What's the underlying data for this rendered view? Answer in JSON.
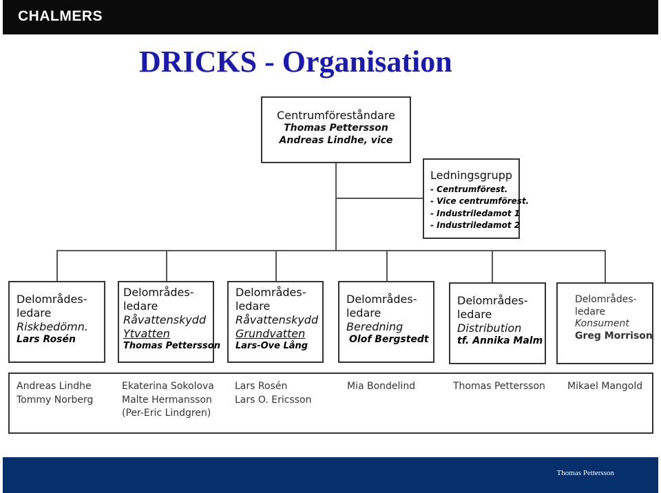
{
  "header": {
    "brand": "CHALMERS",
    "title": "DRICKS - Organisation"
  },
  "chart": {
    "director": {
      "title": "Centrumföreståndare",
      "line1": "Thomas Pettersson",
      "line2": "Andreas Lindhe, vice"
    },
    "board": {
      "title": "Ledningsgrupp",
      "items": [
        "- Centrumförest.",
        "- Vice centrumförest.",
        "- Industriledamot 1",
        "- Industriledamot 2"
      ]
    },
    "subareas": [
      {
        "l1": "Delområdes-",
        "l2": "ledare",
        "area": "Riskbedömn.",
        "leader": "Lars Rosén"
      },
      {
        "l1": "Delområdes-",
        "l2": "ledare",
        "area": "Råvattenskydd",
        "area2": "Ytvatten",
        "leader": "Thomas Pettersson"
      },
      {
        "l1": "Delområdes-",
        "l2": "ledare",
        "area": "Råvattenskydd",
        "area2": "Grundvatten",
        "leader": "Lars-Ove Lång"
      },
      {
        "l1": "Delområdes-",
        "l2": "ledare",
        "area": "Beredning",
        "leader": "Olof Bergstedt"
      },
      {
        "l1": "Delområdes-",
        "l2": "ledare",
        "area": "Distribution",
        "leader": "tf. Annika Malm"
      },
      {
        "l1": "Delområdes-",
        "l2": "ledare",
        "area": "Konsument",
        "leader": "Greg Morrison"
      }
    ],
    "members": [
      [
        "Andreas Lindhe",
        "Tommy Norberg"
      ],
      [
        "Ekaterina Sokolova",
        "Malte Hermansson",
        "(Per-Eric Lindgren)"
      ],
      [
        "Lars Rosén",
        "Lars O. Ericsson"
      ],
      [
        "Mia Bondelind"
      ],
      [
        "Thomas Pettersson"
      ],
      [
        "Mikael Mangold"
      ]
    ]
  },
  "footer": {
    "name": "Thomas Pettersson"
  }
}
